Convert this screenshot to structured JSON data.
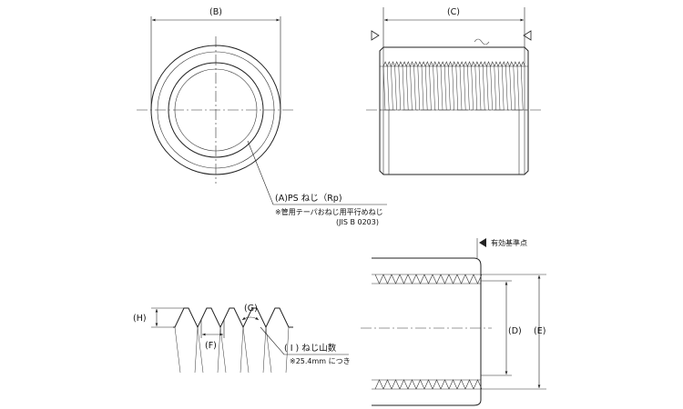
{
  "labels": {
    "b": "(B)",
    "c": "(C)",
    "d": "(D)",
    "e": "(E)",
    "f": "(F)",
    "g": "(G)",
    "h": "(H)",
    "a_title": "(A)PS ねじ（Rp)",
    "a_note1": "※管用テーパおねじ用平行めねじ",
    "a_note2": "(JIS B 0203)",
    "i_title": "( I ) ねじ山数",
    "i_note": "※25.4mm につき",
    "ref_point": "有効基準点"
  },
  "colors": {
    "line": "#222222",
    "background": "#ffffff"
  }
}
